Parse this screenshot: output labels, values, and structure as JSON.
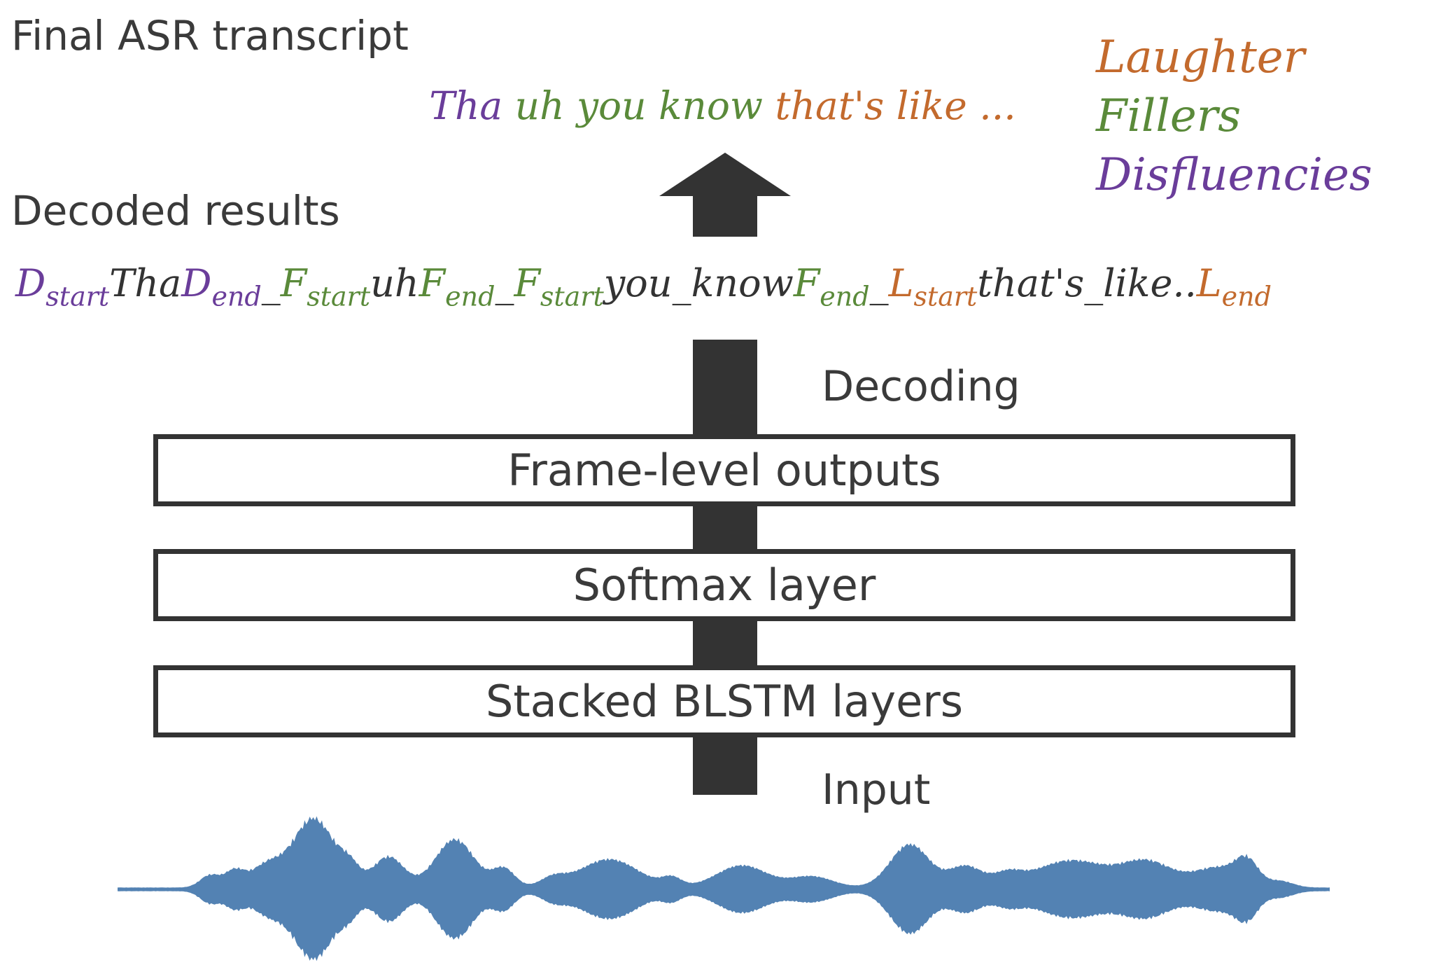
{
  "headings": {
    "final_transcript": "Final ASR transcript",
    "decoded_results": "Decoded results"
  },
  "transcript": {
    "tokens": [
      {
        "text": "Tha",
        "category": "disfluency"
      },
      {
        "text": "uh you know",
        "category": "filler"
      },
      {
        "text": "that's like ...",
        "category": "laughter"
      }
    ]
  },
  "legend": {
    "laughter": "Laughter",
    "fillers": "Fillers",
    "disfluencies": "Disfluencies"
  },
  "decoded": {
    "d_start": "D",
    "d_start_sub": "start",
    "word1": "Tha",
    "d_end": "D",
    "d_end_sub": "end",
    "sep1": "_",
    "f_start1": "F",
    "f_start1_sub": "start",
    "word2": "uh",
    "f_end1": "F",
    "f_end1_sub": "end",
    "sep2": "_",
    "f_start2": "F",
    "f_start2_sub": "start",
    "word3": "you_know",
    "f_end2": "F",
    "f_end2_sub": "end",
    "sep3": "_",
    "l_start": "L",
    "l_start_sub": "start",
    "word4": "that's_like..",
    "l_end": "L",
    "l_end_sub": "end"
  },
  "labels": {
    "decoding": "Decoding",
    "input": "Input"
  },
  "layers": {
    "frame_level": "Frame-level outputs",
    "softmax": "Softmax layer",
    "blstm": "Stacked BLSTM layers"
  },
  "colors": {
    "disfluency": "#6a3d9a",
    "filler": "#5a8a3a",
    "laughter": "#c36a2d",
    "bar": "#333333",
    "waveform": "#5382b3"
  }
}
